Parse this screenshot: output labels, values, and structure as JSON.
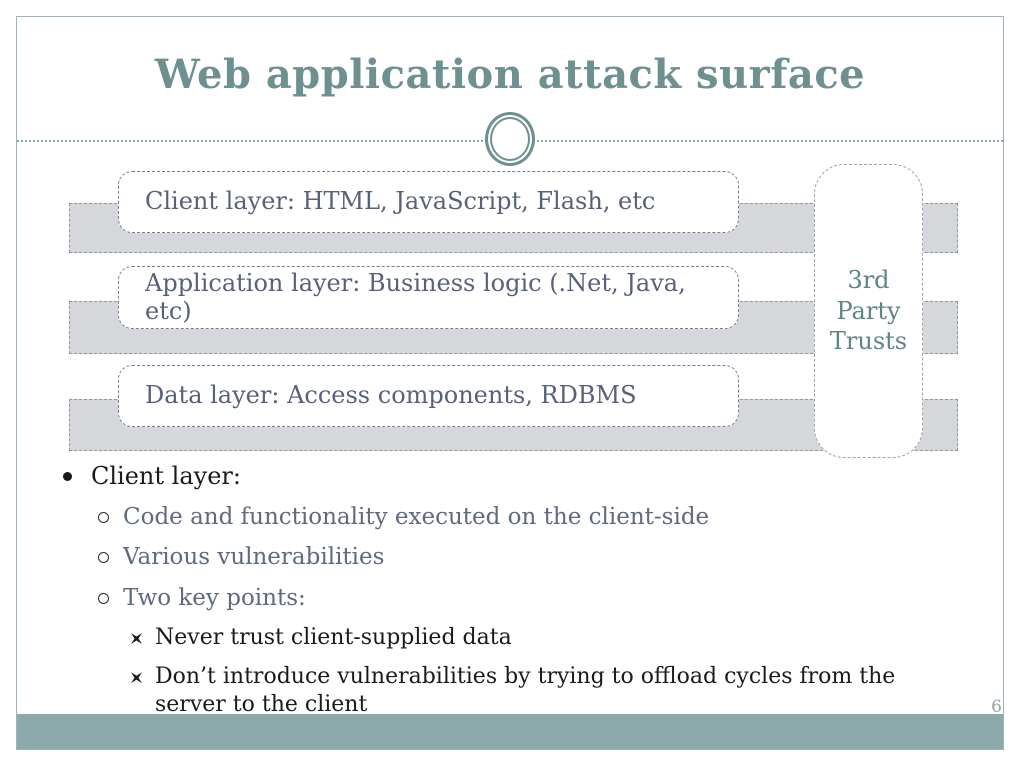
{
  "slide": {
    "title": "Web application attack surface",
    "page_number": "6",
    "diagram": {
      "layers": [
        "Client layer: HTML, JavaScript, Flash, etc",
        "Application layer: Business logic (.Net, Java, etc)",
        "Data layer: Access components, RDBMS"
      ],
      "side_box_label": "3rd Party Trusts"
    },
    "bullets": [
      {
        "level": 1,
        "text": "Client layer:"
      },
      {
        "level": 2,
        "text": "Code and functionality executed on the client-side"
      },
      {
        "level": 2,
        "text": "Various vulnerabilities"
      },
      {
        "level": 2,
        "text": "Two key points:"
      },
      {
        "level": 3,
        "text": "Never trust client-supplied data"
      },
      {
        "level": 3,
        "text": "Don’t introduce vulnerabilities by trying to offload cycles from the server to the client"
      }
    ]
  },
  "colors": {
    "accent_teal": "#6e9090",
    "footer_teal": "#8caaab",
    "slate_text": "#5d6a80",
    "box_text": "#57627a",
    "bar_fill": "#d6d7db",
    "bar_border": "#8f97a6",
    "box_border": "#6f7d99",
    "black_text": "#1a1a1a",
    "page_number_gray": "#98a2a2"
  }
}
